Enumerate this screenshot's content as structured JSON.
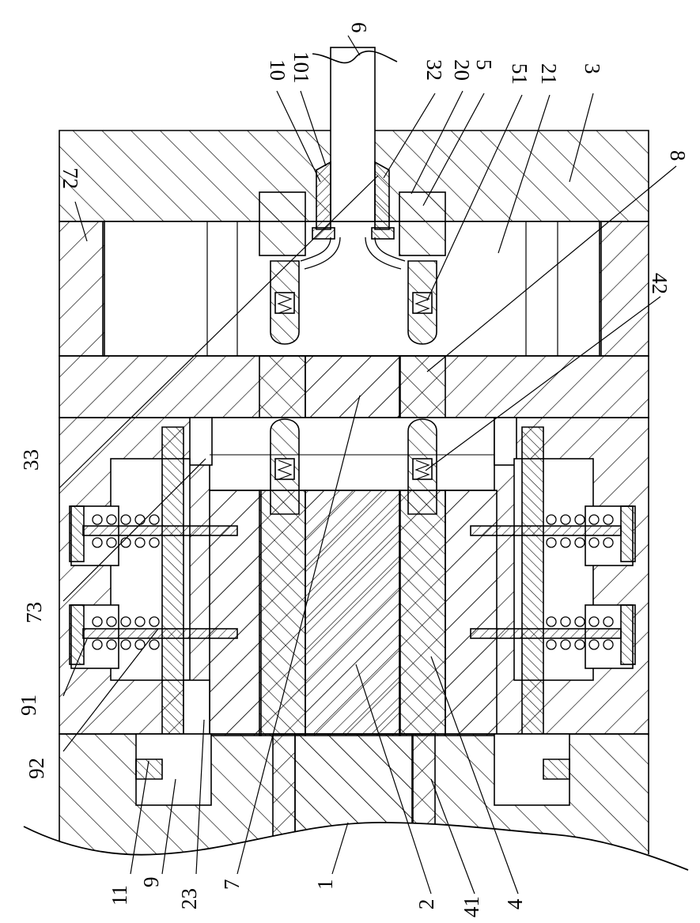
{
  "colors": {
    "line": "#000000",
    "background": "#ffffff"
  },
  "labels": {
    "l6": "6",
    "l10": "10",
    "l101": "101",
    "l32": "32",
    "l20": "20",
    "l5": "5",
    "l51": "51",
    "l21": "21",
    "l3": "3",
    "l72": "72",
    "l8": "8",
    "l42": "42",
    "l33": "33",
    "l73": "73",
    "l91": "91",
    "l92": "92",
    "l11": "11",
    "l9": "9",
    "l23": "23",
    "l7": "7",
    "l1": "1",
    "l2": "2",
    "l41": "41",
    "l4": "4"
  }
}
